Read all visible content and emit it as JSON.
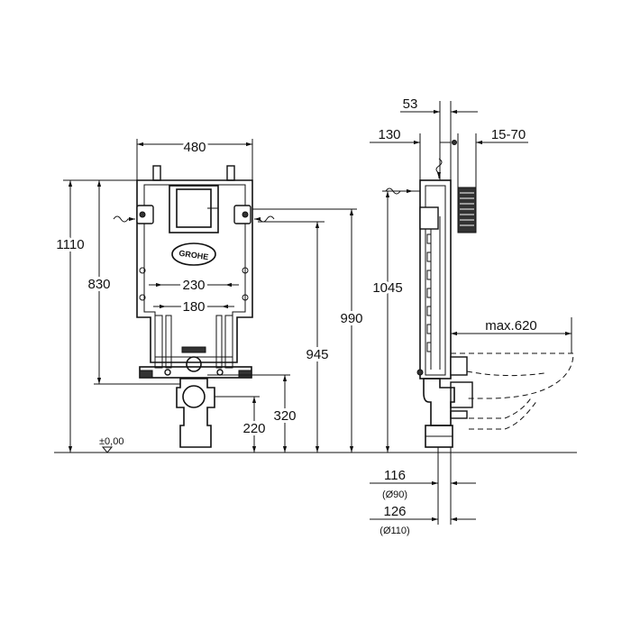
{
  "front_view": {
    "dim_width": "480",
    "dim_total_height": "1110",
    "dim_frame_height": "830",
    "dim_inner_upper": "230",
    "dim_inner_lower": "180",
    "dim_945": "945",
    "dim_990": "990",
    "dim_320": "320",
    "dim_220": "220",
    "floor_level": "±0,00",
    "logo_text": "GROHE"
  },
  "side_view": {
    "dim_top": "53",
    "dim_130": "130",
    "dim_15_70": "15-70",
    "dim_1045": "1045",
    "dim_max": "max.620",
    "dim_116": "116",
    "dim_116_dia": "(Ø90)",
    "dim_126": "126",
    "dim_126_dia": "(Ø110)"
  }
}
